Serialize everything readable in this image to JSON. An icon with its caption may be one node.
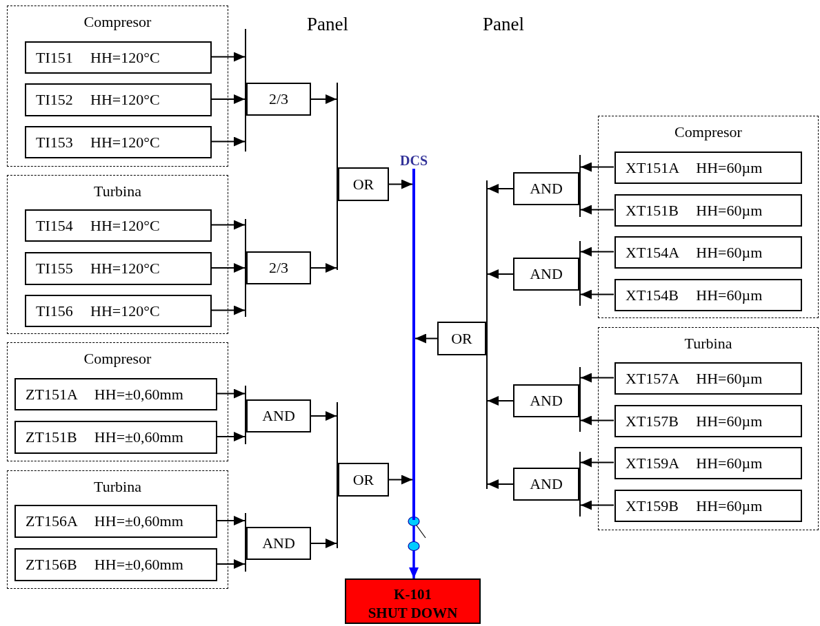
{
  "diagram": {
    "nodes": [
      {
        "text": [
          "Compresor"
        ]
      },
      {
        "text": [
          "TI151 HH=120°C"
        ],
        "in": 0
      },
      {
        "text": [
          "TI152 HH=120°C"
        ],
        "in": 0
      },
      {
        "text": [
          "TI153 HH=120°C"
        ],
        "in": 0
      },
      {
        "text": [
          "Turbina"
        ]
      },
      {
        "text": [
          "TI154 HH=120°C"
        ],
        "in": 4
      },
      {
        "text": [
          "TI155 HH=120°C"
        ],
        "in": 4
      },
      {
        "text": [
          "TI156 HH=120°C"
        ],
        "in": 4
      },
      {
        "text": [
          "Compresor"
        ]
      },
      {
        "text": [
          "ZT151A HH=±0,60mm"
        ],
        "in": 8
      },
      {
        "text": [
          "ZT151B HH=±0,60mm"
        ],
        "in": 8
      },
      {
        "text": [
          "Turbina"
        ]
      },
      {
        "text": [
          "ZT156A HH=±0,60mm"
        ],
        "in": 11
      },
      {
        "text": [
          "ZT156B HH=±0,60mm"
        ],
        "in": 11
      },
      {
        "text": [
          "2/3"
        ]
      },
      {
        "text": [
          "2/3"
        ]
      },
      {
        "text": [
          "OR"
        ]
      },
      {
        "text": [
          "AND"
        ]
      },
      {
        "text": [
          "AND"
        ]
      },
      {
        "text": [
          "OR"
        ]
      },
      {
        "text": [
          "DCS"
        ]
      },
      {
        "text": [
          "K-101",
          "SHUT DOWN"
        ]
      },
      {
        "text": [
          "Compresor"
        ]
      },
      {
        "text": [
          "XT151A HH=60µm"
        ],
        "in": 22
      },
      {
        "text": [
          "XT151B HH=60µm"
        ],
        "in": 22
      },
      {
        "text": [
          "XT154A HH=60µm"
        ],
        "in": 22
      },
      {
        "text": [
          "XT154B HH=60µm"
        ],
        "in": 22
      },
      {
        "text": [
          "Turbina"
        ]
      },
      {
        "text": [
          "XT157A HH=60µm"
        ],
        "in": 27
      },
      {
        "text": [
          "XT157B HH=60µm"
        ],
        "in": 27
      },
      {
        "text": [
          "XT159A HH=60µm"
        ],
        "in": 27
      },
      {
        "text": [
          "XT159B HH=60µm"
        ],
        "in": 27
      },
      {
        "text": [
          "AND"
        ]
      },
      {
        "text": [
          "AND"
        ]
      },
      {
        "text": [
          "AND"
        ]
      },
      {
        "text": [
          "AND"
        ]
      },
      {
        "text": [
          "OR"
        ]
      }
    ],
    "edges": [
      {
        "from": 1,
        "to": 14,
        "arrow": "to"
      },
      {
        "from": 2,
        "to": 14,
        "arrow": "to"
      },
      {
        "from": 3,
        "to": 14,
        "arrow": "to"
      },
      {
        "from": 5,
        "to": 15,
        "arrow": "to"
      },
      {
        "from": 6,
        "to": 15,
        "arrow": "to"
      },
      {
        "from": 7,
        "to": 15,
        "arrow": "to"
      },
      {
        "from": 9,
        "to": 17,
        "arrow": "to"
      },
      {
        "from": 10,
        "to": 17,
        "arrow": "to"
      },
      {
        "from": 12,
        "to": 18,
        "arrow": "to"
      },
      {
        "from": 13,
        "to": 18,
        "arrow": "to"
      },
      {
        "from": 23,
        "to": 32,
        "arrow": "to"
      },
      {
        "from": 24,
        "to": 32,
        "arrow": "to"
      },
      {
        "from": 25,
        "to": 33,
        "arrow": "to"
      },
      {
        "from": 26,
        "to": 33,
        "arrow": "to"
      },
      {
        "from": 28,
        "to": 34,
        "arrow": "to"
      },
      {
        "from": 29,
        "to": 34,
        "arrow": "to"
      },
      {
        "from": 30,
        "to": 35,
        "arrow": "to"
      },
      {
        "from": 31,
        "to": 35,
        "arrow": "to"
      },
      {
        "from": 14,
        "to": 16,
        "arrow": "to"
      },
      {
        "from": 15,
        "to": 16,
        "arrow": "to"
      },
      {
        "from": 17,
        "to": 19,
        "arrow": "to"
      },
      {
        "from": 18,
        "to": 19,
        "arrow": "to"
      },
      {
        "from": 32,
        "to": 36,
        "arrow": "to"
      },
      {
        "from": 33,
        "to": 36,
        "arrow": "to"
      },
      {
        "from": 34,
        "to": 36,
        "arrow": "to"
      },
      {
        "from": 35,
        "to": 36,
        "arrow": "to"
      },
      {
        "from": 16,
        "to": 20,
        "arrow": "to"
      },
      {
        "from": 19,
        "to": 20,
        "arrow": "to"
      },
      {
        "from": 36,
        "to": 20,
        "arrow": "to"
      },
      {
        "from": 20,
        "to": 21,
        "arrow": "to",
        "color": "#0000ff"
      }
    ],
    "labels": [
      "Panel",
      "Panel"
    ]
  }
}
